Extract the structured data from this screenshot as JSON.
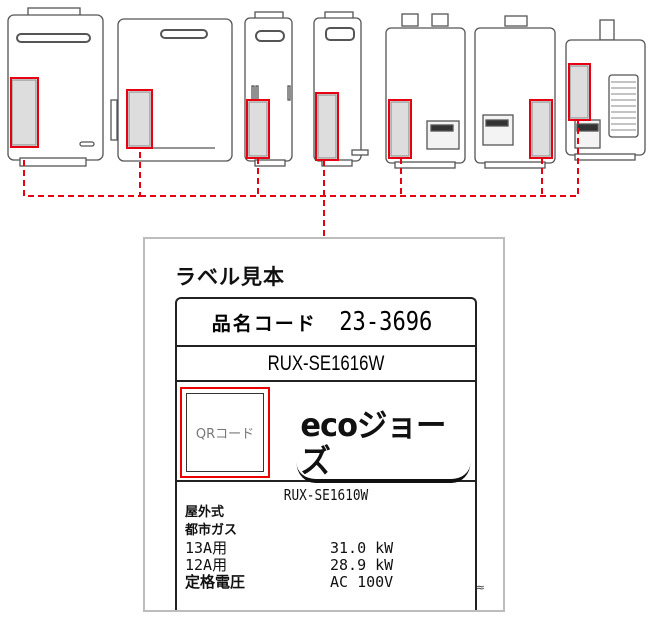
{
  "diagram": {
    "accent_color": "#e60012",
    "leader_line_color": "#e60012",
    "heaters": [
      "heater-1",
      "heater-2",
      "heater-3",
      "heater-4",
      "heater-5",
      "heater-6",
      "heater-7"
    ]
  },
  "sample": {
    "title": "ラベル見本",
    "product_code_label": "品名コード",
    "product_code": "23-3696",
    "model": "RUX-SE1616W",
    "qr_label": "QRコード",
    "logo_text": "ecoジョーズ",
    "spec_model": "RUX-SE1610W",
    "install_type": "屋外式",
    "gas_type": "都市ガス",
    "rows": [
      {
        "label": "13A用",
        "value": "31.0 kW"
      },
      {
        "label": "12A用",
        "value": "28.9 kW"
      },
      {
        "label": "定格電圧",
        "value": "AC 100V"
      }
    ],
    "continuation_mark": "≈"
  }
}
